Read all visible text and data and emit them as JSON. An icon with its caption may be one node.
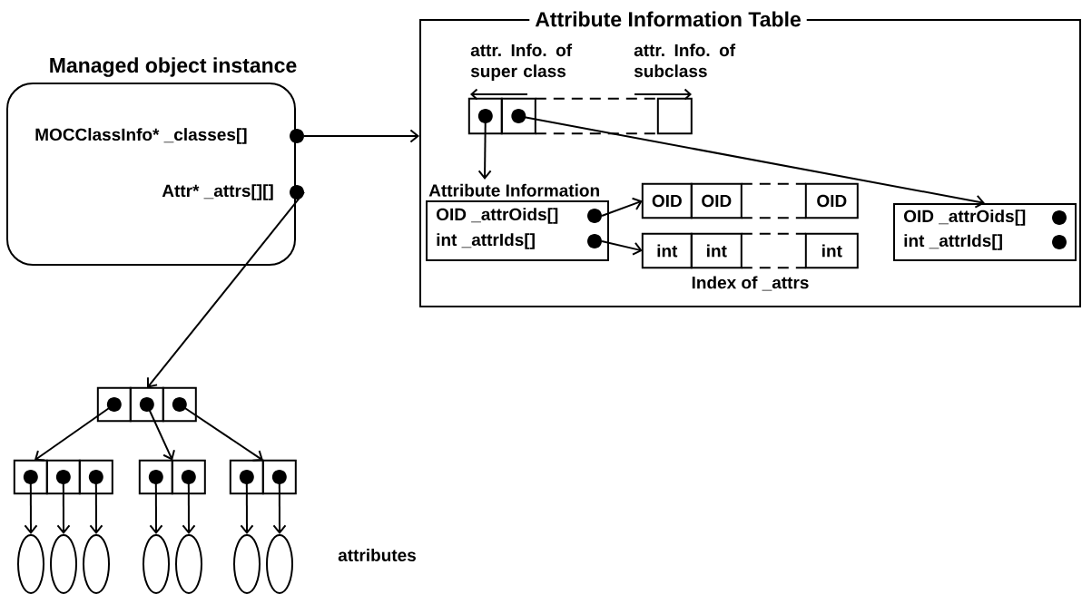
{
  "diagram": {
    "nodes": [
      {
        "text": [
          "Managed object instance"
        ]
      },
      {
        "text": [
          "MOCClassInfo* _classes[]"
        ],
        "in": 0
      },
      {
        "text": [
          "Attr* _attrs[][]"
        ],
        "in": 0
      },
      {
        "text": [
          "Attribute Information Table"
        ]
      },
      {
        "text": [],
        "shape": "box",
        "in": 3
      },
      {
        "text": [
          "Attribute Information"
        ],
        "in": 3
      },
      {
        "text": [
          "OID _attrOids[]"
        ],
        "in": 5
      },
      {
        "text": [
          "int _attrIds[]"
        ],
        "in": 5
      },
      {
        "text": [
          "OID",
          "OID",
          "OID"
        ],
        "in": 3
      },
      {
        "text": [
          "int",
          "int",
          "int"
        ],
        "beside": [
          "Index of _attrs"
        ],
        "in": 3
      },
      {
        "text": [],
        "shape": "box",
        "in": 3
      },
      {
        "text": [
          "OID _attrOids[]"
        ],
        "in": 10
      },
      {
        "text": [
          "int _attrIds[]"
        ],
        "in": 10
      },
      {
        "text": [],
        "shape": "box"
      },
      {
        "text": [],
        "shape": "box"
      },
      {
        "text": [],
        "shape": "box"
      },
      {
        "text": [],
        "shape": "box"
      },
      {
        "text": [],
        "shape": "ellipse"
      },
      {
        "text": [],
        "shape": "ellipse"
      },
      {
        "text": [],
        "shape": "ellipse"
      },
      {
        "text": [],
        "shape": "ellipse"
      },
      {
        "text": [],
        "shape": "ellipse"
      },
      {
        "text": [],
        "shape": "ellipse"
      },
      {
        "text": [],
        "shape": "ellipse"
      }
    ],
    "edges": [
      {
        "from": 1,
        "to": 3,
        "arrow": "to"
      },
      {
        "from": 4,
        "to": 5,
        "arrow": "to"
      },
      {
        "from": 4,
        "to": 10,
        "arrow": "to"
      },
      {
        "from": 6,
        "to": 8,
        "arrow": "to"
      },
      {
        "from": 7,
        "to": 9,
        "arrow": "to"
      },
      {
        "from": 2,
        "to": 13,
        "arrow": "to"
      },
      {
        "from": 13,
        "to": 14,
        "arrow": "to"
      },
      {
        "from": 13,
        "to": 15,
        "arrow": "to"
      },
      {
        "from": 13,
        "to": 16,
        "arrow": "to"
      },
      {
        "from": 14,
        "to": 17,
        "arrow": "to"
      },
      {
        "from": 14,
        "to": 18,
        "arrow": "to"
      },
      {
        "from": 14,
        "to": 19,
        "arrow": "to"
      },
      {
        "from": 15,
        "to": 20,
        "arrow": "to"
      },
      {
        "from": 15,
        "to": 21,
        "arrow": "to"
      },
      {
        "from": 16,
        "to": 22,
        "arrow": "to"
      },
      {
        "from": 16,
        "to": 23,
        "arrow": "to"
      }
    ],
    "labels": [
      "attr. Info. of super class",
      "attr. Info. of subclass",
      "attributes"
    ]
  }
}
